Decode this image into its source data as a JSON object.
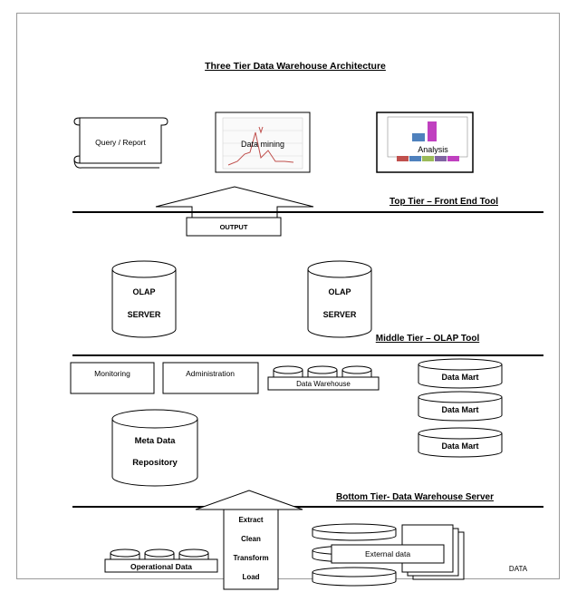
{
  "title": "Three Tier Data Warehouse Architecture",
  "top_tier": {
    "label": "Top Tier – Front End Tool",
    "query_report": "Query / Report",
    "data_mining": "Data mining",
    "analysis": "Analysis",
    "output": "OUTPUT"
  },
  "middle_tier": {
    "label": "Middle Tier – OLAP Tool",
    "olap_servers": [
      {
        "line1": "OLAP",
        "line2": "SERVER"
      },
      {
        "line1": "OLAP",
        "line2": "SERVER"
      }
    ]
  },
  "warehouse_tier": {
    "monitoring": "Monitoring",
    "administration": "Administration",
    "data_warehouse": "Data Warehouse",
    "data_marts": [
      "Data Mart",
      "Data Mart",
      "Data Mart"
    ],
    "metadata_line1": "Meta Data",
    "metadata_line2": "Repository"
  },
  "bottom_tier": {
    "label": "Bottom Tier- Data Warehouse Server",
    "etl_steps": [
      "Extract",
      "Clean",
      "Transform",
      "Load"
    ],
    "operational_data": "Operational Data",
    "external_data": "External data",
    "data_label": "DATA"
  },
  "colors": {
    "line": "#000000",
    "bar_blue": "#4f81bd",
    "bar_magenta": "#c040c0",
    "mining_line": "#c0504d"
  }
}
